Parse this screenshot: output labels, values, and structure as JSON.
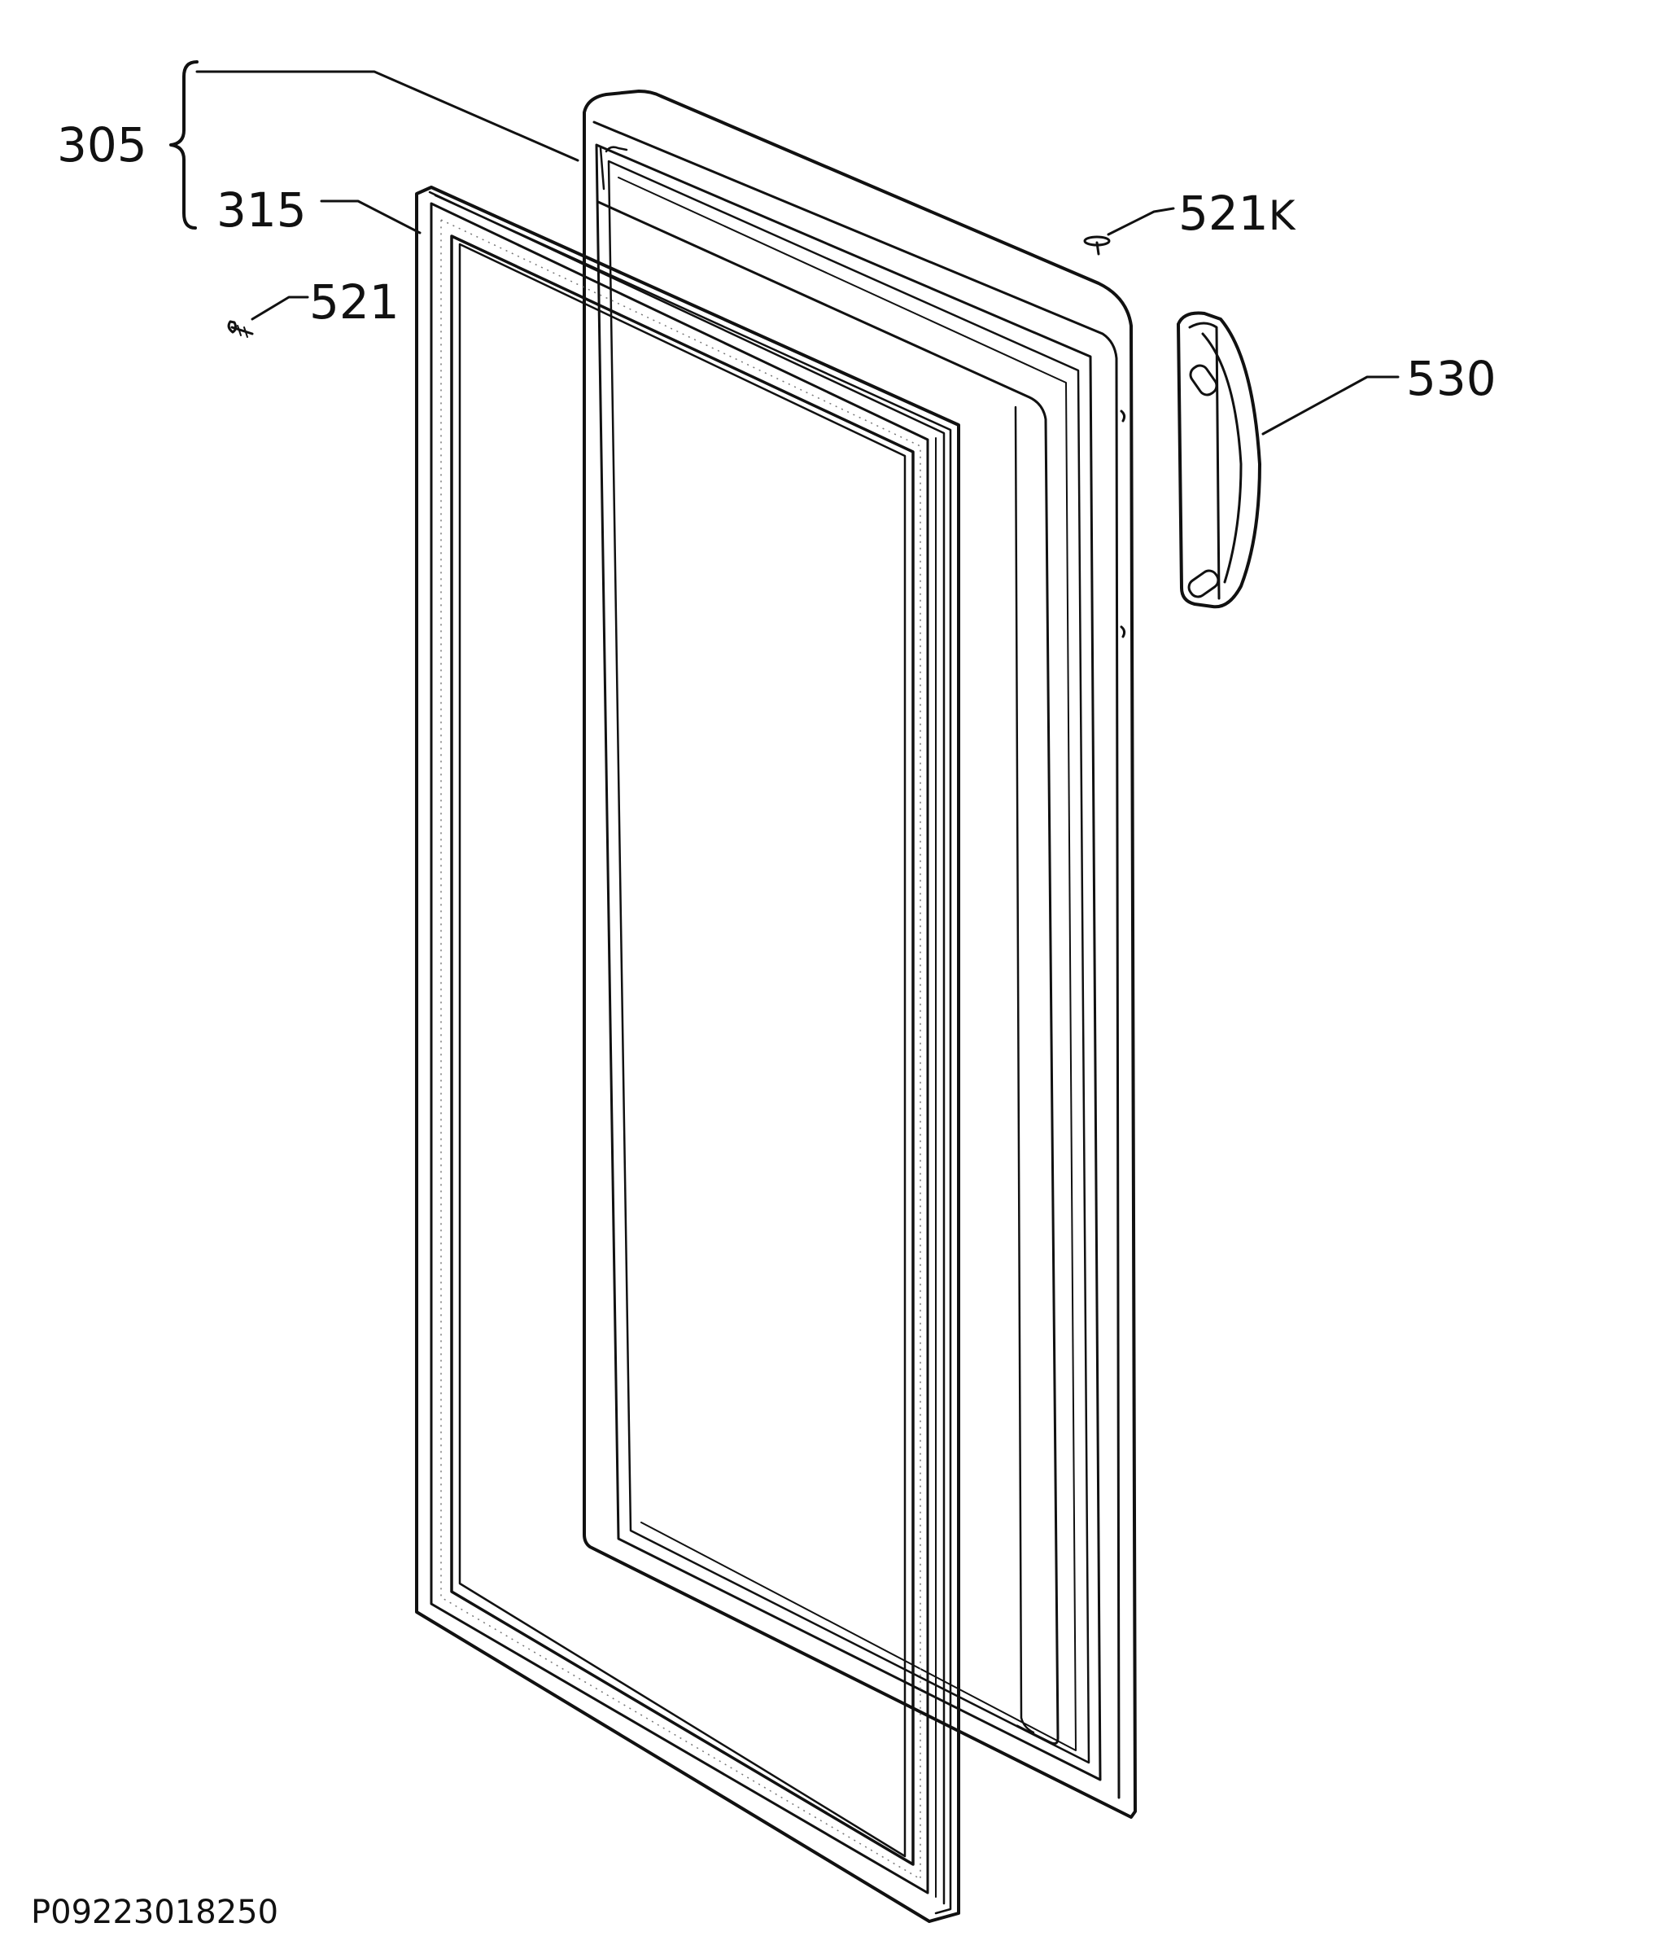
{
  "callouts": {
    "c305": "305",
    "c315": "315",
    "c521": "521",
    "c521k_num": "521",
    "c521k_suffix": "K",
    "c530": "530"
  },
  "document_id": "P09223018250",
  "colors": {
    "ink": "#111111",
    "background": "#ffffff"
  }
}
